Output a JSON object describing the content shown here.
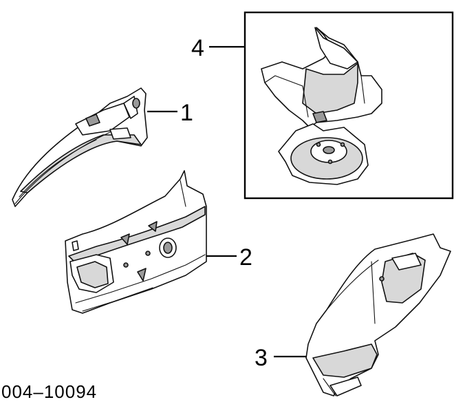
{
  "callouts": [
    {
      "label": "1"
    },
    {
      "label": "2"
    },
    {
      "label": "3"
    },
    {
      "label": "4"
    }
  ],
  "reference_number": "004–10094"
}
